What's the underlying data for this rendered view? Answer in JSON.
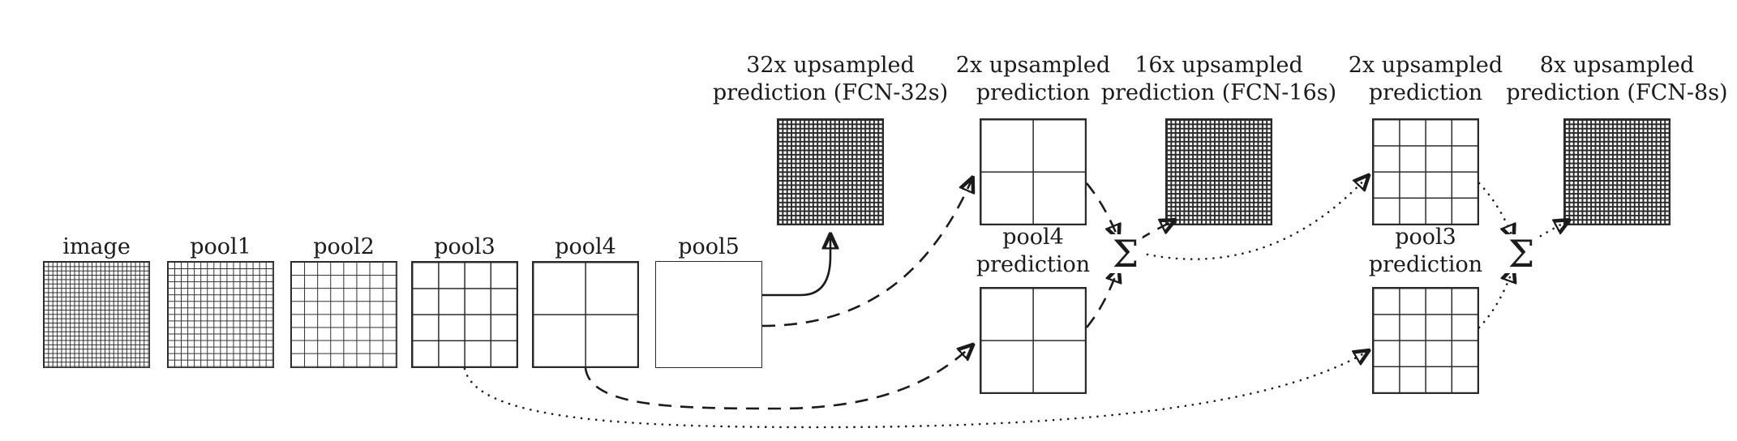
{
  "figure": {
    "sum_symbol": "Σ",
    "bottom_row": [
      {
        "label": "image",
        "cells": 24
      },
      {
        "label": "pool1",
        "cells": 16
      },
      {
        "label": "pool2",
        "cells": 8
      },
      {
        "label": "pool3",
        "cells": 4
      },
      {
        "label": "pool4",
        "cells": 2
      },
      {
        "label": "pool5",
        "cells": 1
      }
    ],
    "predictions": [
      {
        "label_line1": "32x upsampled",
        "label_line2": "prediction (FCN-32s)",
        "style": "dense"
      },
      {
        "label_line1": "2x upsampled",
        "label_line2": "prediction",
        "style": "2x2"
      },
      {
        "label_line1": "pool4",
        "label_line2": "prediction",
        "style": "2x2"
      },
      {
        "label_line1": "16x upsampled",
        "label_line2": "prediction (FCN-16s)",
        "style": "dense"
      },
      {
        "label_line1": "2x upsampled",
        "label_line2": "prediction",
        "style": "4x4"
      },
      {
        "label_line1": "pool3",
        "label_line2": "prediction",
        "style": "4x4"
      },
      {
        "label_line1": "8x upsampled",
        "label_line2": "prediction (FCN-8s)",
        "style": "dense"
      }
    ],
    "connections": [
      {
        "from": "pool5",
        "to": "32x upsampled prediction (FCN-32s)",
        "line": "solid"
      },
      {
        "from": "pool5",
        "to": "2x upsampled prediction",
        "line": "dashed"
      },
      {
        "from": "pool4",
        "to": "pool4 prediction",
        "line": "dashed"
      },
      {
        "from": "2x upsampled prediction",
        "to": "sum-1",
        "line": "dashed"
      },
      {
        "from": "pool4 prediction",
        "to": "sum-1",
        "line": "dashed"
      },
      {
        "from": "sum-1",
        "to": "16x upsampled prediction (FCN-16s)",
        "line": "dashed"
      },
      {
        "from": "sum-1",
        "to": "2x upsampled prediction (second)",
        "line": "dotted"
      },
      {
        "from": "pool3",
        "to": "pool3 prediction",
        "line": "dotted"
      },
      {
        "from": "2x upsampled prediction (second)",
        "to": "sum-2",
        "line": "dotted"
      },
      {
        "from": "pool3 prediction",
        "to": "sum-2",
        "line": "dotted"
      },
      {
        "from": "sum-2",
        "to": "8x upsampled prediction (FCN-8s)",
        "line": "dotted"
      }
    ],
    "colors": {
      "ink": "#1b1b1b",
      "background": "#ffffff"
    }
  }
}
